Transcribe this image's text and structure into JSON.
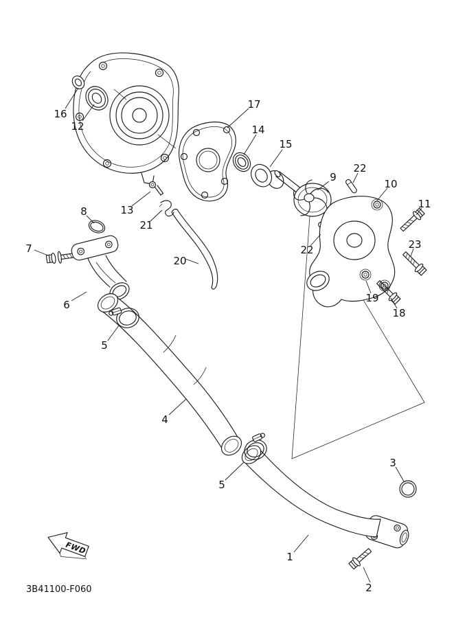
{
  "diagram": {
    "code": "3B41100-F060",
    "fwd_label": "FWD"
  },
  "callouts": {
    "c1": "1",
    "c2": "2",
    "c3": "3",
    "c4": "4",
    "c5a": "5",
    "c5b": "5",
    "c6": "6",
    "c7": "7",
    "c8": "8",
    "c9": "9",
    "c10": "10",
    "c11": "11",
    "c12": "12",
    "c13": "13",
    "c14": "14",
    "c15": "15",
    "c16": "16",
    "c17": "17",
    "c18": "18",
    "c19": "19",
    "c20": "20",
    "c21": "21",
    "c22a": "22",
    "c22b": "22",
    "c23": "23"
  }
}
